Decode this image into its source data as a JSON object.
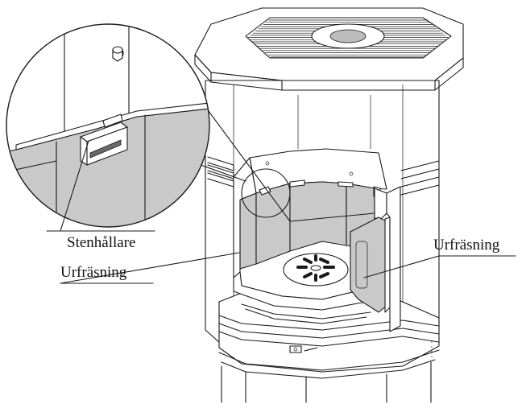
{
  "labels": {
    "stone_holder": "Stenhållare",
    "groove_left": "Urfräsning",
    "groove_right": "Urfräsning"
  },
  "colors": {
    "line": "#1a1a1a",
    "stone": "#c9c9c9",
    "background": "#ffffff"
  }
}
